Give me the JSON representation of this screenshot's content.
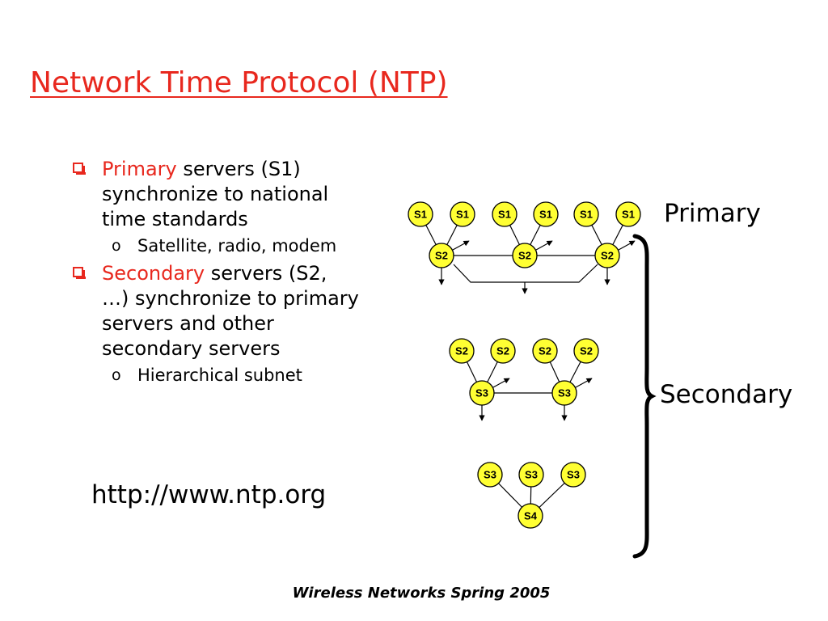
{
  "slide": {
    "title": "Network Time Protocol (NTP)",
    "url": "http://www.ntp.org",
    "footer": "Wireless Networks Spring 2005"
  },
  "bullets": [
    {
      "highlight": "Primary",
      "text_lines": [
        " servers (S1)",
        "synchronize to national",
        "time standards"
      ],
      "sub": {
        "marker": "o",
        "text": "Satellite, radio, modem"
      }
    },
    {
      "highlight": "Secondary",
      "text_lines": [
        " servers (S2,",
        "…) synchronize to primary",
        "servers and other",
        "secondary servers"
      ],
      "sub": {
        "marker": "o",
        "text": "Hierarchical subnet"
      }
    }
  ],
  "diagram": {
    "labels": {
      "primary": "Primary",
      "secondary": "Secondary"
    },
    "node_colors": {
      "fill": "#ffff33",
      "stroke": "#000000"
    },
    "accent_color": "#e8281e",
    "tiers": [
      {
        "top": [
          "S1",
          "S1",
          "S1",
          "S1",
          "S1",
          "S1"
        ],
        "bottom": [
          "S2",
          "S2",
          "S2"
        ]
      },
      {
        "top": [
          "S2",
          "S2",
          "S2",
          "S2"
        ],
        "bottom": [
          "S3",
          "S3"
        ]
      },
      {
        "top": [
          "S3",
          "S3",
          "S3"
        ],
        "bottom": [
          "S4"
        ]
      }
    ]
  }
}
